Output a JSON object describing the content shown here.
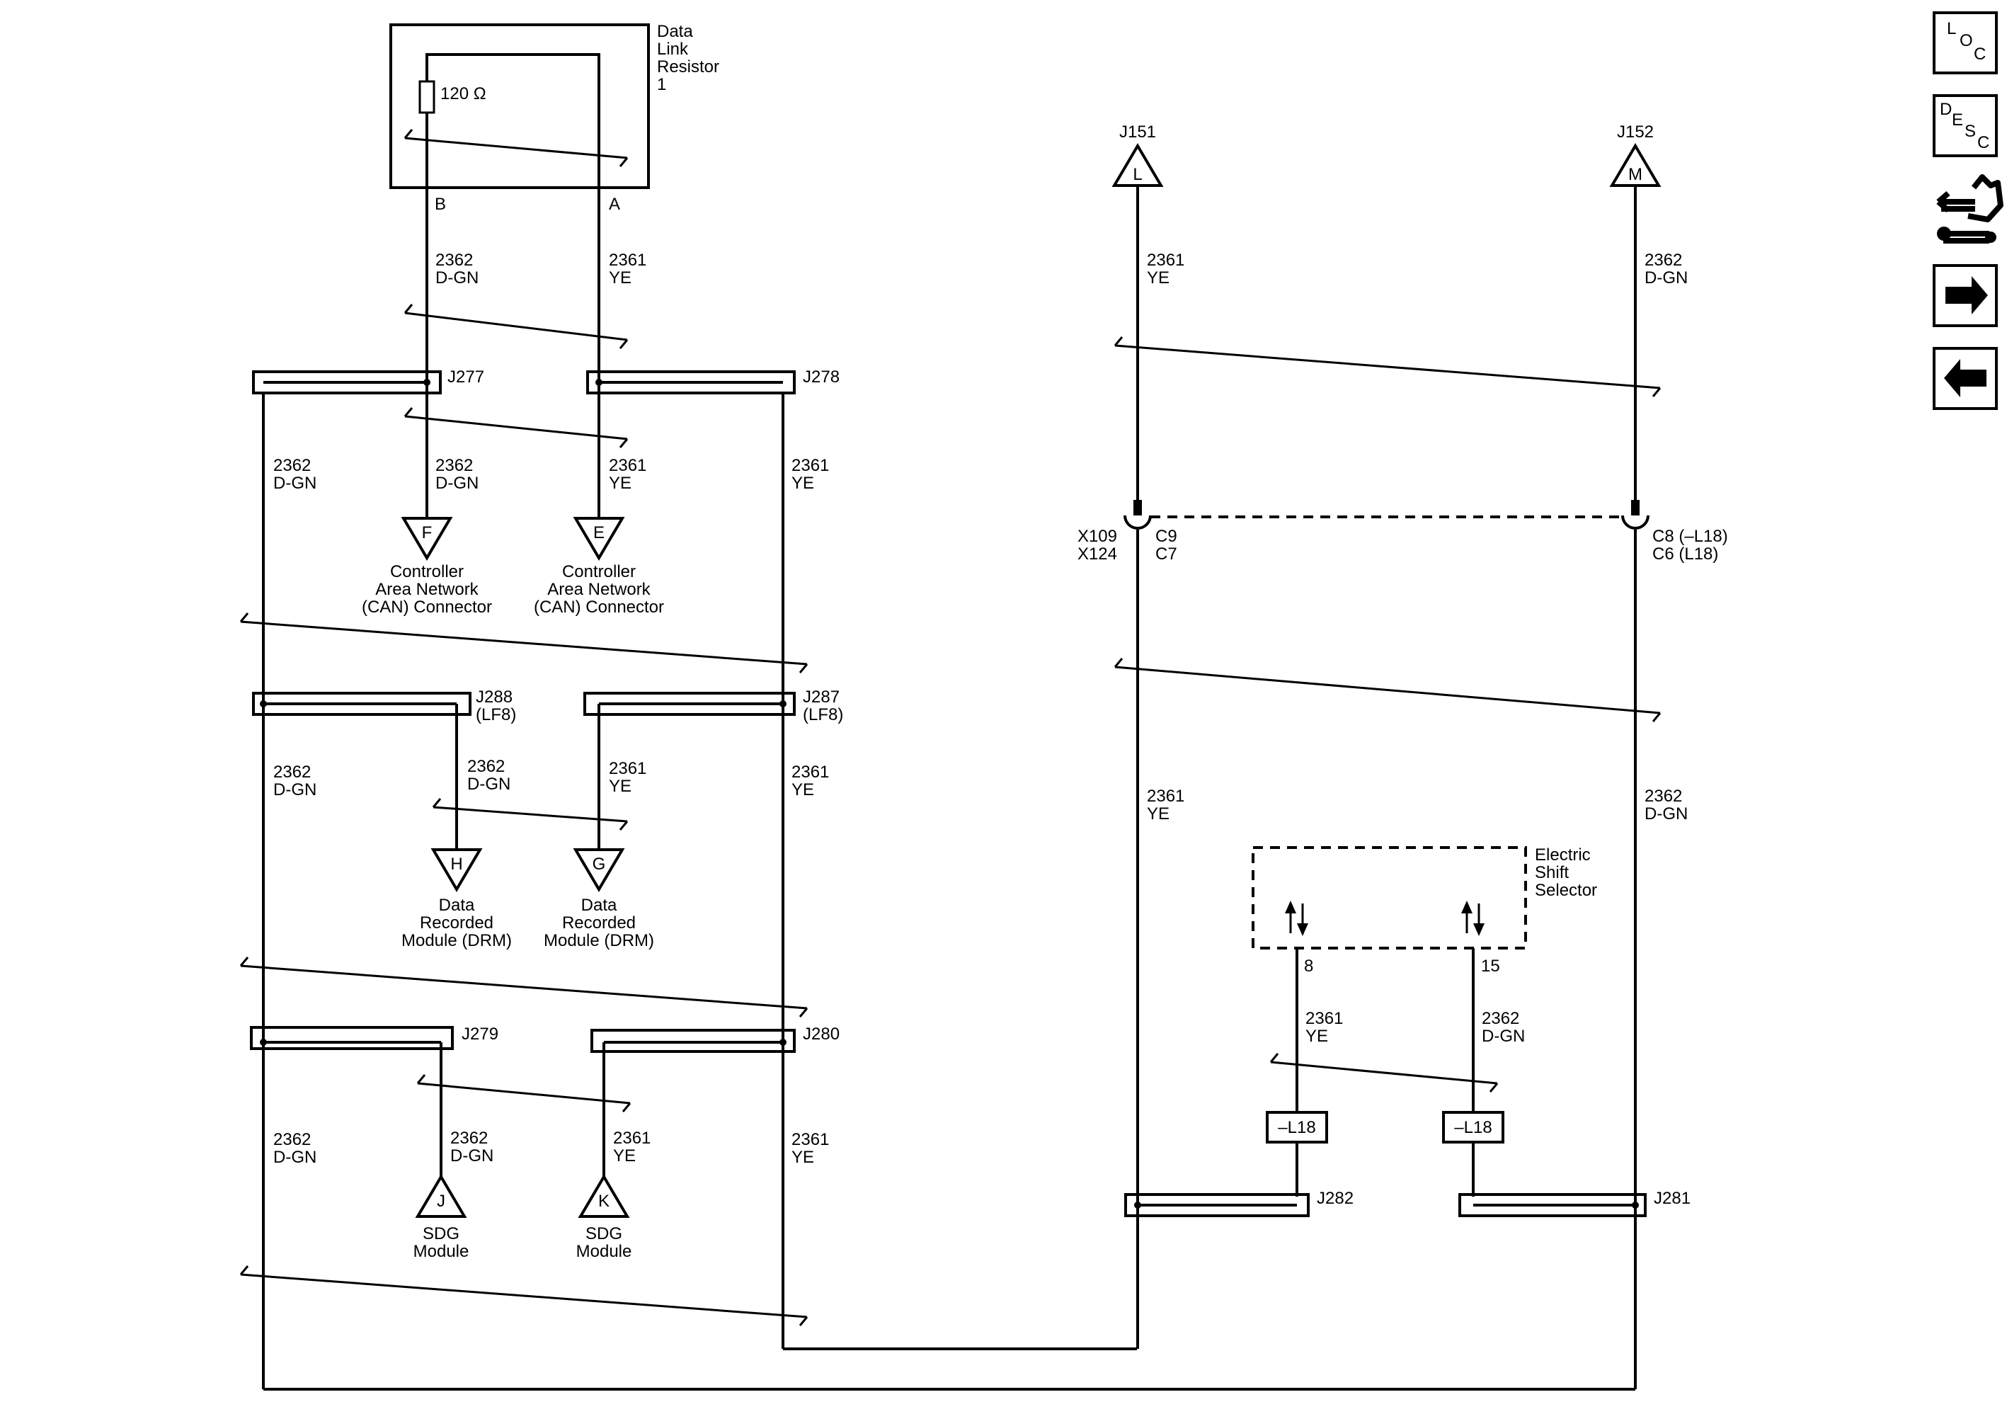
{
  "resistor": {
    "title": [
      "Data",
      "Link",
      "Resistor",
      "1"
    ],
    "value": "120 Ω",
    "pin_b": "B",
    "pin_a": "A"
  },
  "wires": {
    "green": {
      "num": "2362",
      "color": "D-GN"
    },
    "yellow": {
      "num": "2361",
      "color": "YE"
    }
  },
  "splices": {
    "j277": "J277",
    "j278": "J278",
    "j288": [
      "J288",
      "(LF8)"
    ],
    "j287": [
      "J287",
      "(LF8)"
    ],
    "j279": "J279",
    "j280": "J280",
    "j282": "J282",
    "j281": "J281"
  },
  "connectors": {
    "f": {
      "letter": "F",
      "label": [
        "Controller",
        "Area Network",
        "(CAN) Connector"
      ]
    },
    "e": {
      "letter": "E",
      "label": [
        "Controller",
        "Area Network",
        "(CAN) Connector"
      ]
    },
    "h": {
      "letter": "H",
      "label": [
        "Data",
        "Recorded",
        "Module (DRM)"
      ]
    },
    "g": {
      "letter": "G",
      "label": [
        "Data",
        "Recorded",
        "Module (DRM)"
      ]
    },
    "j": {
      "letter": "J",
      "label": [
        "SDG",
        "Module"
      ]
    },
    "k": {
      "letter": "K",
      "label": [
        "SDG",
        "Module"
      ]
    },
    "l": {
      "letter": "L",
      "ref": "J151"
    },
    "m": {
      "letter": "M",
      "ref": "J152"
    }
  },
  "inline_connector": {
    "left_names": [
      "X109",
      "X124"
    ],
    "left_pins": [
      "C9",
      "C7"
    ],
    "right_pins": [
      "C8 (–L18)",
      "C6 (L18)"
    ]
  },
  "shift_selector": {
    "title": [
      "Electric",
      "Shift",
      "Selector"
    ],
    "pin_left": "8",
    "pin_right": "15",
    "option_tag": "–L18"
  },
  "nav": {
    "loc": [
      "L",
      "O",
      "C"
    ],
    "desc": [
      "D",
      "E",
      "S",
      "C"
    ],
    "icons": [
      "wiring-harness-icon",
      "next-arrow-icon",
      "previous-arrow-icon"
    ]
  }
}
